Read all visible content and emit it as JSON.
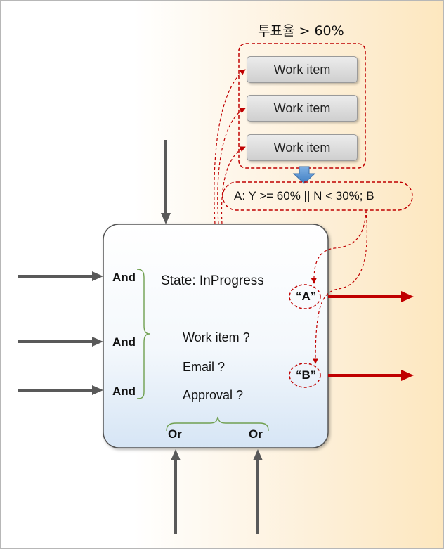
{
  "title": "투표율 > 60%",
  "work_items": [
    "Work item",
    "Work item",
    "Work item"
  ],
  "condition": "A: Y >= 60% || N < 30%; B",
  "state": "State: InProgress",
  "questions": [
    "Work item ?",
    "Email ?",
    "Approval ?"
  ],
  "and_gates": [
    "And",
    "And",
    "And"
  ],
  "or_gates": [
    "Or",
    "Or"
  ],
  "outputs": [
    "“A”",
    "“B”"
  ],
  "colors": {
    "accent_red": "#c00000",
    "arrow_gray": "#595959",
    "brace_green": "#70a050",
    "connector_blue": "#4a86c8"
  }
}
